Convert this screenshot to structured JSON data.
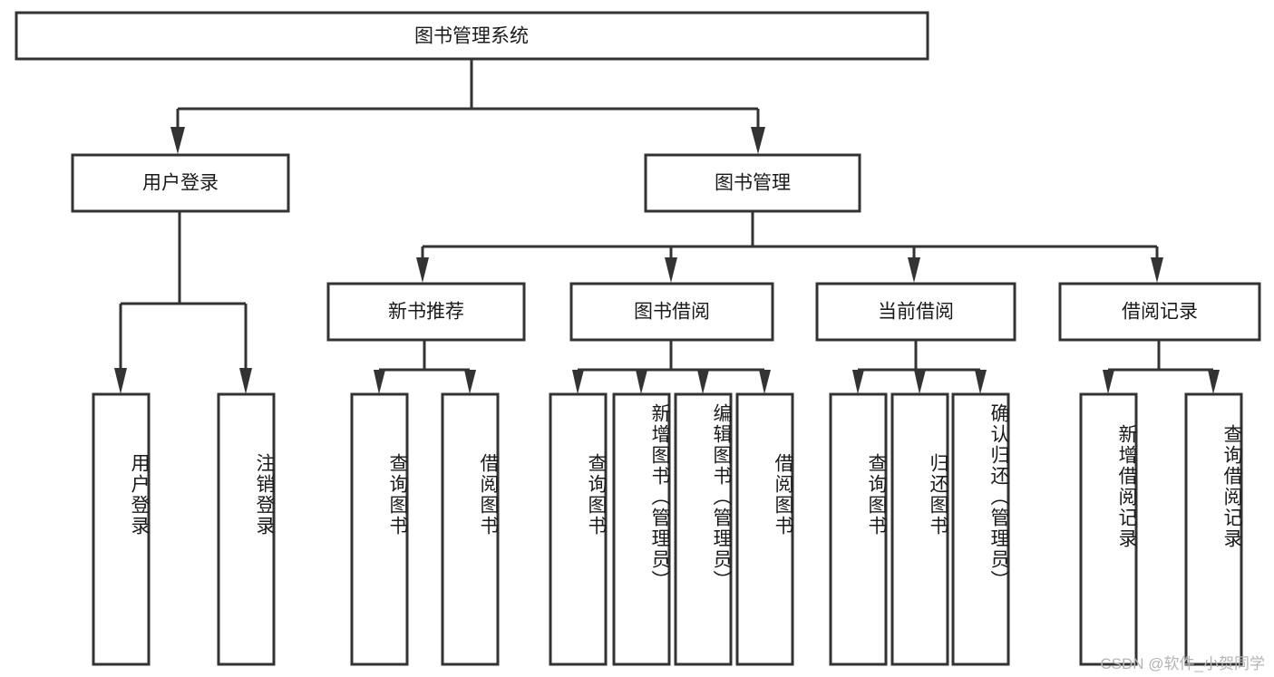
{
  "diagram": {
    "title": "图书管理系统",
    "type": "tree-hierarchy",
    "watermark": "CSDN @软件_小贺同学",
    "colors": {
      "stroke": "#333333",
      "fill": "#ffffff",
      "text": "#1a1a1a",
      "watermark": "#b4b4b4",
      "background": "#ffffff"
    },
    "root": {
      "label": "图书管理系统"
    },
    "level1": [
      {
        "label": "用户登录"
      },
      {
        "label": "图书管理"
      }
    ],
    "level2": [
      {
        "label": "新书推荐"
      },
      {
        "label": "图书借阅"
      },
      {
        "label": "当前借阅"
      },
      {
        "label": "借阅记录"
      }
    ],
    "leaves": {
      "user_login": [
        {
          "label": "用户登录"
        },
        {
          "label": "注销登录"
        }
      ],
      "new_book_recommend": [
        {
          "label": "查询图书"
        },
        {
          "label": "借阅图书"
        }
      ],
      "book_borrow": [
        {
          "label": "查询图书"
        },
        {
          "label": "新增图书（管理员）"
        },
        {
          "label": "编辑图书（管理员）"
        },
        {
          "label": "借阅图书"
        }
      ],
      "current_borrow": [
        {
          "label": "查询图书"
        },
        {
          "label": "归还图书"
        },
        {
          "label": "确认归还（管理员）"
        }
      ],
      "borrow_record": [
        {
          "label": "新增借阅记录"
        },
        {
          "label": "查询借阅记录"
        }
      ]
    }
  }
}
